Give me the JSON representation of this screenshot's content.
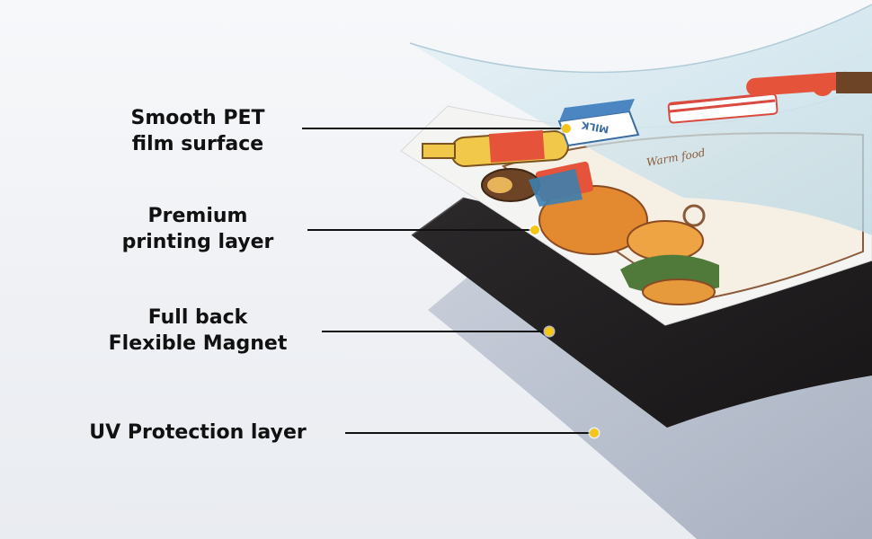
{
  "layers": [
    {
      "id": "pet",
      "label": "Smooth PET\nfilm surface"
    },
    {
      "id": "print",
      "label": "Premium\nprinting layer"
    },
    {
      "id": "magnet",
      "label": "Full back\nFlexible Magnet"
    },
    {
      "id": "uv",
      "label": "UV Protection layer"
    }
  ],
  "illustration": {
    "milk_carton_text": "MILK",
    "bag_text": "Warm food"
  },
  "colors": {
    "dot": "#f5c518",
    "leader": "#111111",
    "pet_film": "#cfe6ee",
    "magnet": "#231f20",
    "uv_layer": "#aeb6c6",
    "print_base": "#f4f4f2"
  }
}
